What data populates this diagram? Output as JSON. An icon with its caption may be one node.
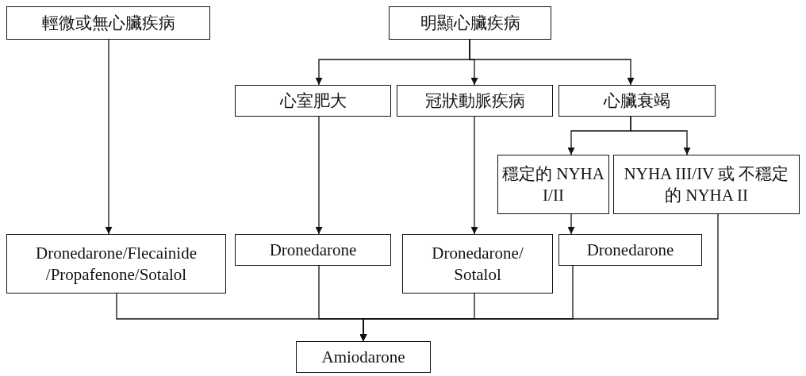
{
  "diagram": {
    "nodes": [
      {
        "text": [
          "輕微或無心臟疾病"
        ]
      },
      {
        "text": [
          "明顯心臟疾病"
        ]
      },
      {
        "text": [
          "心室肥大"
        ]
      },
      {
        "text": [
          "冠狀動脈疾病"
        ]
      },
      {
        "text": [
          "心臟衰竭"
        ]
      },
      {
        "text": [
          "穩定的 NYHA I/II"
        ]
      },
      {
        "text": [
          "NYHA III/IV 或 不穩定的 NYHA II"
        ]
      },
      {
        "text": [
          "Dronedarone/Flecainide /Propafenone/Sotalol"
        ]
      },
      {
        "text": [
          "Dronedarone"
        ]
      },
      {
        "text": [
          "Dronedarone/ Sotalol"
        ]
      },
      {
        "text": [
          "Dronedarone"
        ]
      },
      {
        "text": [
          "Amiodarone"
        ]
      }
    ],
    "edges": [
      {
        "from": 0,
        "to": 7,
        "arrow": "to"
      },
      {
        "from": 1,
        "to": 2,
        "arrow": "to"
      },
      {
        "from": 1,
        "to": 3,
        "arrow": "to"
      },
      {
        "from": 1,
        "to": 4,
        "arrow": "to"
      },
      {
        "from": 4,
        "to": 5,
        "arrow": "to"
      },
      {
        "from": 4,
        "to": 6,
        "arrow": "to"
      },
      {
        "from": 2,
        "to": 8,
        "arrow": "to"
      },
      {
        "from": 3,
        "to": 9,
        "arrow": "to"
      },
      {
        "from": 5,
        "to": 10,
        "arrow": "to"
      },
      {
        "from": 7,
        "to": 11,
        "arrow": "to"
      },
      {
        "from": 8,
        "to": 11,
        "arrow": "to"
      },
      {
        "from": 9,
        "to": 11,
        "arrow": "to"
      },
      {
        "from": 10,
        "to": 11,
        "arrow": "to"
      },
      {
        "from": 6,
        "to": 11,
        "arrow": "to"
      }
    ]
  }
}
